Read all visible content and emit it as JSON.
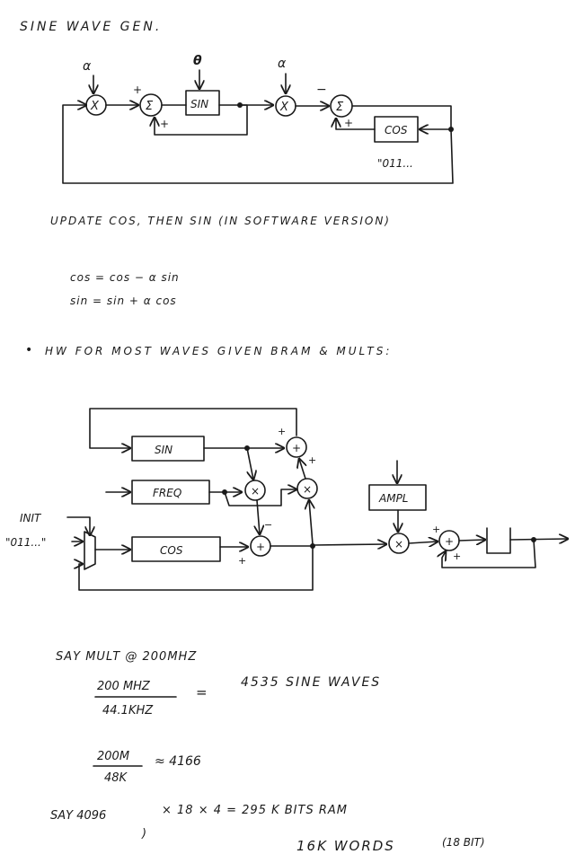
{
  "page_title": "SINE WAVE GEN.",
  "diagram1": {
    "alpha_left": "α",
    "theta_input": "θ",
    "alpha_right": "α",
    "mult_left": "X",
    "sum_left": "Σ",
    "sin_block": "SIN",
    "mult_right": "X",
    "sum_right": "Σ",
    "cos_block": "COS",
    "init_value": "\"011...",
    "sign_plus_top": "+",
    "sign_plus_bottom": "+",
    "sign_minus": "−",
    "sign_plus_right": "+"
  },
  "notes": {
    "update_order": "UPDATE COS, THEN SIN   (IN SOFTWARE VERSION)",
    "eq_cos": "cos  =  cos − α sin",
    "eq_sin": "sin  =  sin + α cos",
    "hw_bullet": "•",
    "hw_heading": "HW FOR MOST WAVES GIVEN BRAM & MULTS:"
  },
  "diagram2": {
    "sin_block": "SIN",
    "freq_block": "FREQ",
    "cos_block": "COS",
    "ampl_block": "AMPL",
    "init_label": "INIT",
    "init_value": "\"011...\"",
    "add_symbol": "+",
    "mult_symbol": "×",
    "sign_plus": "+",
    "sign_minus": "−"
  },
  "calc": {
    "line1": "SAY MULT @ 200MHZ",
    "frac1_num": "200 MHZ",
    "frac1_den": "44.1KHZ",
    "equals": "=",
    "result1": "4535   SINE WAVES",
    "frac2_num": "200M",
    "frac2_den": "48K",
    "result2": "≈ 4166",
    "line3_prefix": "SAY 4096",
    "line3_expr": "× 18 × 4   =   295 K BITS RAM",
    "paren": ")",
    "line4": "16K WORDS",
    "line4_note": "(18 BIT)"
  }
}
